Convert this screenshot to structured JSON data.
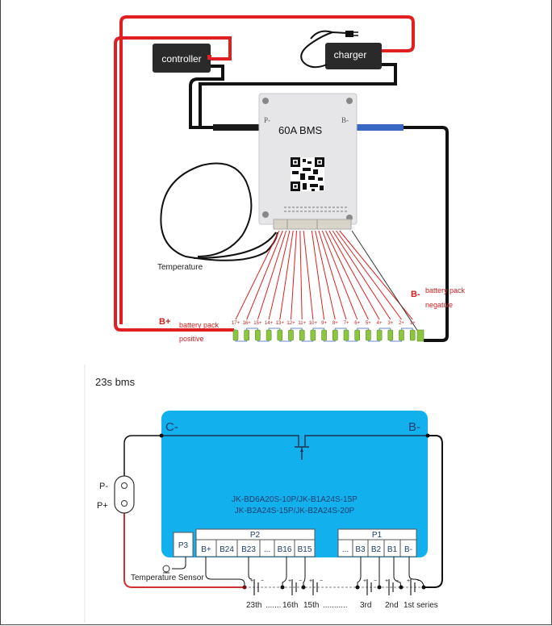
{
  "top_diagram": {
    "controller_label": "controller",
    "charger_label": "charger",
    "bms_title": "60A BMS",
    "bms_p_minus": "P-",
    "bms_b_minus": "B-",
    "temperature_label": "Temperature",
    "b_plus_label": "B+",
    "b_plus_desc_line1": "battery pack",
    "b_plus_desc_line2": "positive",
    "b_minus_label": "B-",
    "b_minus_desc_line1": "battery pack",
    "b_minus_desc_line2": "negative",
    "cell_labels": [
      "17+",
      "16+",
      "15+",
      "14+",
      "13+",
      "12+",
      "11+",
      "10+",
      "9+",
      "8+",
      "7+",
      "6+",
      "5+",
      "4+",
      "3+",
      "2+",
      "1+"
    ],
    "colors": {
      "positive_wire": "#e02020",
      "negative_wire": "#111111",
      "blue_wire": "#3a66c4",
      "cell": "#8cc63f",
      "label_red": "#cc2222"
    }
  },
  "bottom_diagram": {
    "title": "23s bms",
    "c_minus": "C-",
    "b_minus": "B-",
    "model_line1": "JK-BD6A20S-10P/JK-B1A24S-15P",
    "model_line2": "JK-B2A24S-15P/JK-B2A24S-20P",
    "p_minus": "P-",
    "p_plus": "P+",
    "p3": "P3",
    "p2": "P2",
    "p1": "P1",
    "p2_pins": [
      "B+",
      "B24",
      "B23",
      "...",
      "B16",
      "B15"
    ],
    "p1_pins": [
      "...",
      "B3",
      "B2",
      "B1",
      "B-"
    ],
    "temperature_sensor": "Temperature Sensor",
    "series_labels": {
      "s23": "23th",
      "dots1": ".......",
      "s16": "16th",
      "s15": "15th",
      "dots2": "...........",
      "s3": "3rd",
      "s2": "2nd",
      "s1": "1st series"
    },
    "colors": {
      "board": "#12b0ec",
      "text_dark": "#1c3d6e",
      "wire": "#111111",
      "red_wire": "#d03030"
    }
  }
}
